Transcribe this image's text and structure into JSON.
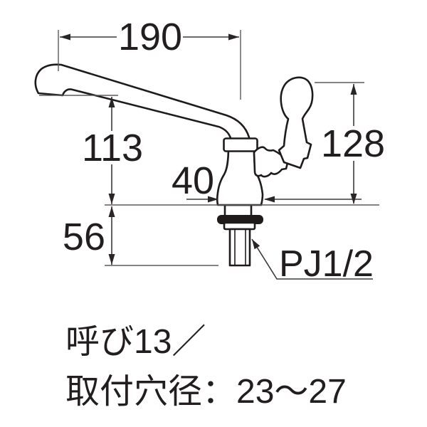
{
  "page": {
    "background": "#ffffff"
  },
  "diagram": {
    "type": "technical-drawing",
    "subject": "single-lever kitchen faucet side elevation with dimensions",
    "labels": {
      "dim_spout_reach": "190",
      "dim_spout_height": "113",
      "dim_handle_height": "128",
      "dim_base_width": "40",
      "dim_under_counter": "56",
      "thread_spec": "PJ1/2"
    },
    "notes": [
      "呼び13／",
      "取付穴径：23〜27"
    ],
    "colors": {
      "outline": "#1f1b1a",
      "dimension_line": "#3a3a3a",
      "text": "#221e1f",
      "gasket": "#1f1b1a",
      "background": "#ffffff"
    }
  }
}
